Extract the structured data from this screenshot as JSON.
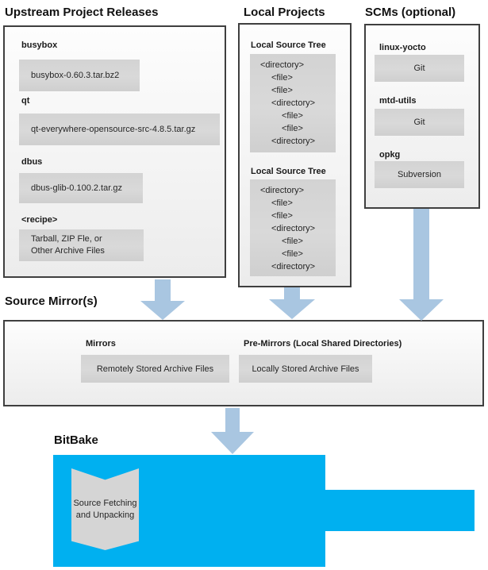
{
  "upstream": {
    "title": "Upstream Project Releases",
    "items": [
      {
        "label": "busybox",
        "value": "busybox-0.60.3.tar.bz2"
      },
      {
        "label": "qt",
        "value": "qt-everywhere-opensource-src-4.8.5.tar.gz"
      },
      {
        "label": "dbus",
        "value": "dbus-glib-0.100.2.tar.gz"
      },
      {
        "label": "<recipe>",
        "value_line1": "Tarball, ZIP Fle, or",
        "value_line2": "Other Archive Files"
      }
    ]
  },
  "local": {
    "title": "Local Projects",
    "trees": [
      {
        "label": "Local Source Tree",
        "lines": [
          {
            "t": "<directory>"
          },
          {
            "t": "<file>"
          },
          {
            "t": "<file>"
          },
          {
            "t": "<directory>"
          },
          {
            "t": "<file>"
          },
          {
            "t": "<file>"
          },
          {
            "t": "<directory>"
          }
        ]
      },
      {
        "label": "Local Source Tree",
        "lines": [
          {
            "t": "<directory>"
          },
          {
            "t": "<file>"
          },
          {
            "t": "<file>"
          },
          {
            "t": "<directory>"
          },
          {
            "t": "<file>"
          },
          {
            "t": "<file>"
          },
          {
            "t": "<directory>"
          }
        ]
      }
    ]
  },
  "scms": {
    "title": "SCMs (optional)",
    "items": [
      {
        "label": "linux-yocto",
        "value": "Git"
      },
      {
        "label": "mtd-utils",
        "value": "Git"
      },
      {
        "label": "opkg",
        "value": "Subversion"
      }
    ]
  },
  "mirrors": {
    "title": "Source Mirror(s)",
    "items": [
      {
        "label": "Mirrors",
        "value": "Remotely Stored Archive Files"
      },
      {
        "label": "Pre-Mirrors (Local Shared Directories)",
        "value": "Locally Stored Archive Files"
      }
    ]
  },
  "bitbake": {
    "title": "BitBake",
    "process": "Source Fetching and Unpacking"
  },
  "colors": {
    "bitbake_cyan": "#00b0f0",
    "arrow_blue": "#a9c6e1",
    "inner_gray": "#d6d6d6",
    "box_border": "#3f3f3f"
  }
}
